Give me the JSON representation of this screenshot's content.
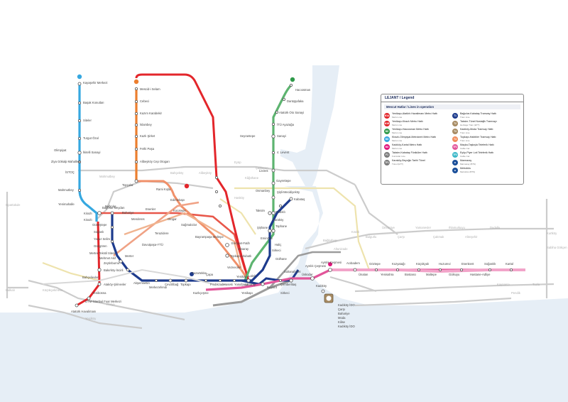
{
  "colors": {
    "water": "#e6eef6",
    "m1": "#e3262b",
    "m2": "#2f9a4a",
    "m3": "#36a8e0",
    "m4": "#e1157c",
    "m5": "#7a4a9c",
    "m6": "#a78b63",
    "m7": "#e2559a",
    "m9": "#f27b3a",
    "m11": "#ec7f2f",
    "marmaray": "#1a4f9a",
    "t1": "#1d3b8d",
    "t4": "#f18c5b",
    "t5": "#7b7b7b",
    "bus": "#3cb8c8",
    "grey": "#c8c8c8",
    "yellow": "#eee5b5"
  },
  "legend": {
    "title": "LEJANT / Legend",
    "subtitle": "Mevcut Hatlar / Lines in operation",
    "left": [
      {
        "code": "M1A",
        "color": "#e3262b",
        "name": "Yenikapı-Atatürk Havalimanı Metro Hattı",
        "en": "Metro Line"
      },
      {
        "code": "M1B",
        "color": "#e3262b",
        "name": "Yenikapı-Kirazlı Metro Hattı",
        "en": "Metro Line"
      },
      {
        "code": "M2",
        "color": "#2f9a4a",
        "name": "Yenikapı-Hacıosman Metro Hattı",
        "en": "Metro Line"
      },
      {
        "code": "M3",
        "color": "#36a8e0",
        "name": "Kirazlı-Olimpiyat-Metrokent Metro Hattı",
        "en": "Metro Line"
      },
      {
        "code": "M4",
        "color": "#e1157c",
        "name": "Kadıköy-Kartal Metro Hattı",
        "en": "Metro Line"
      },
      {
        "code": "F1",
        "color": "#7b7b7b",
        "name": "Taksim-Kabataş Füniküler Hattı",
        "en": "Funicular Line"
      },
      {
        "code": "TF1",
        "color": "#7b7b7b",
        "name": "Karaköy-Beyoğlu Tarihi Tünel",
        "en": "Tünel (ETT)"
      }
    ],
    "right": [
      {
        "code": "T1",
        "color": "#1d3b8d",
        "name": "Bağcılar-Kabataş Tramvay Hattı",
        "en": "Tram Line"
      },
      {
        "code": "T2",
        "color": "#a78b63",
        "name": "Taksim-Tünel Nostaljik Tramvayı",
        "en": "Heritage Tram (ETT)"
      },
      {
        "code": "T3",
        "color": "#a78b63",
        "name": "Kadıköy-Moda Tramvay Hattı",
        "en": "Tram Line"
      },
      {
        "code": "T4",
        "color": "#f18c5b",
        "name": "Topkapı-Habibler Tramvay Hattı",
        "en": "Tram Line"
      },
      {
        "code": "TF1",
        "color": "#e2559a",
        "name": "Maçka-Taşkışla Teleferik Hattı",
        "en": "Cable Car"
      },
      {
        "code": "TF2",
        "color": "#3cb8c8",
        "name": "Eyüp-Piyer Loti Teleferik Hattı",
        "en": "Cable Car"
      },
      {
        "code": "≋",
        "color": "#1a4f9a",
        "name": "Marmaray",
        "en": "Marmaray (BTS)"
      },
      {
        "code": "≋",
        "color": "#1a4f9a",
        "name": "Metrobüs",
        "en": "Metrobüs (BTS)"
      }
    ]
  },
  "stations": {
    "m3": [
      "Kayaşehir Merkezi",
      "Başak Konutları",
      "Siteler",
      "Turgut Özal",
      "İkitelli Sanayi",
      "Ziya Gökalp Mahallesi",
      "Olimpiyat",
      "İSTOÇ",
      "Mahmutbey",
      "Yenimahalle",
      "Kirazlı"
    ],
    "m11": [
      "Mescid-i Selam",
      "Cebeci",
      "Kazım Karabekir",
      "İslambey",
      "Kazlı Şirket",
      "Fethi Paşa",
      "Alibeyköy Cep Otogarı",
      "Topçular",
      "Rami Kışla",
      "Edirnekapı"
    ],
    "m2": [
      "Hacıosman",
      "Darüşşafaka",
      "Atatürk Oto Sanayi",
      "İTÜ Ayazağa",
      "Seyrantepe",
      "Sanayi",
      "4. Levent",
      "Levent",
      "Gayrettepe",
      "Şişli-Mecidiyeköy",
      "Osmanbey",
      "Taksim",
      "Şişhane",
      "Haliç",
      "Vezneciler",
      "Yenikapı"
    ],
    "m1": [
      "Bağcılar Meydan",
      "Kirazlı",
      "Bahariye",
      "Menderes",
      "Esenler",
      "Otogar",
      "Kocatepe",
      "Sağmalcılar",
      "Bayrampaşa-Maltepe",
      "Terazidere",
      "Davutpaşa-YTÜ",
      "Merter",
      "Zeytinburnu",
      "Bakırköy-İncirli",
      "Bahçelievler",
      "Ataköy-Şirinevler",
      "Yenibosna",
      "DTM-İstanbul Fuar Merkezi",
      "Atatürk Havalimanı",
      "Aksaray",
      "Emniyet-Fatih",
      "Topkapı-Ulubatlı"
    ],
    "t1": [
      "Bağcılar",
      "Güneştepe",
      "Soğanlı",
      "Yavuz Selim",
      "Güngören",
      "Merter Tekstil Sitesi",
      "Mehmet Akif",
      "Akşemsettin",
      "Merkezefendi",
      "Cevizlibağ",
      "Topkapı",
      "Pazartekke",
      "Çapa",
      "Fındıkzade",
      "Haseki",
      "Yusufpaşa",
      "Aksaray",
      "Laleli",
      "Beyazıt",
      "Çemberlitaş",
      "Sultanahmet",
      "Gülhane",
      "Sirkeci",
      "Eminönü",
      "Karaköy",
      "Tophane",
      "Fındıklı",
      "Kabataş"
    ],
    "marmaray": [
      "Kazlıçeşme",
      "Yenikapı",
      "Sirkeci",
      "Üsküdar",
      "Ayrılık Çeşmesi"
    ],
    "m4": [
      "Kadıköy",
      "Ayrılık Çeşmesi",
      "Acıbadem",
      "Ünalan",
      "Göztepe",
      "Yenisahra",
      "Kozyatağı",
      "Bostancı",
      "Küçükyalı",
      "Maltepe",
      "Huzurevi",
      "Gülsuyu",
      "Esenkent",
      "Hastane-Adliye",
      "Soğanlık",
      "Kartal"
    ],
    "t3": [
      "Kadıköy İDO",
      "Çarşı",
      "Bahariye",
      "Moda",
      "Kilise",
      "Kadıköy İDO"
    ],
    "grey": [
      "Eyüp",
      "Alibeyköy",
      "Bahçeköy",
      "Kâğıthane",
      "Çağlayan",
      "Mahmutbey",
      "Hasköy",
      "Bağlarbaşı",
      "Altunizade",
      "Kısıklı",
      "Bulgurlu",
      "Ümraniye",
      "Çarşı",
      "Yamanevler",
      "Çakmak",
      "Ihlamurkuyu",
      "Altınşehir",
      "Dudullu",
      "Pendik",
      "Kaynarca",
      "Tuzla",
      "Kurtköy",
      "Sabiha Gökçen",
      "Florya",
      "Yeşilköy",
      "Küçükçekmece",
      "Halkalı",
      "Ispartakule"
    ]
  }
}
